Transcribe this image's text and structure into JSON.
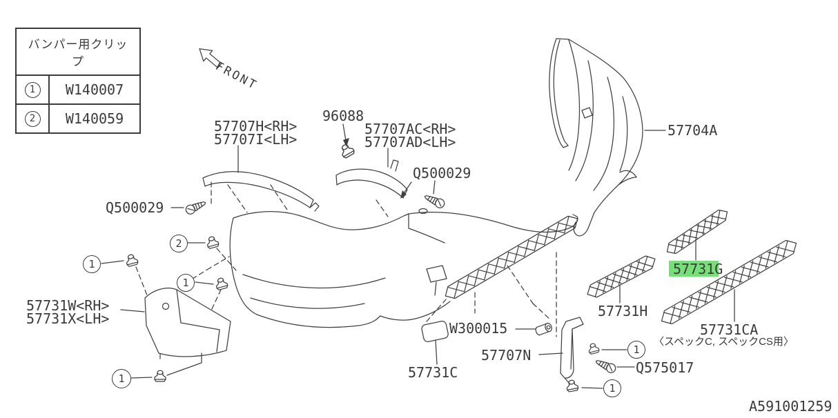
{
  "doc": {
    "number": "A591001259"
  },
  "front_label": "FRONT",
  "clip_table": {
    "header": "バンパー用クリップ",
    "rows": [
      {
        "num": "1",
        "part": "W140007"
      },
      {
        "num": "2",
        "part": "W140059"
      }
    ]
  },
  "callouts": {
    "c1": "1",
    "c2": "2"
  },
  "labels": {
    "rail_rh": "57707H<RH>",
    "rail_lh": "57707I<LH>",
    "screw_top": "96088",
    "bracket_rh": "57707AC<RH>",
    "bracket_lh": "57707AD<LH>",
    "screw_right": "Q500029",
    "screw_left": "Q500029",
    "bumper_face": "57704A",
    "guard_rh": "57731W<RH>",
    "guard_lh": "57731X<LH>",
    "nut": "W300015",
    "bracket_n": "57707N",
    "cover": "57731C",
    "grille_h": "57731H",
    "grille_g": "57731G",
    "grille_ca": "57731CA",
    "grille_ca_note": "〈スペックC, スペックCS用〉",
    "screw_q575017": "Q575017"
  },
  "highlight_color": "#77DF77",
  "line_color": "#3f3f3f"
}
